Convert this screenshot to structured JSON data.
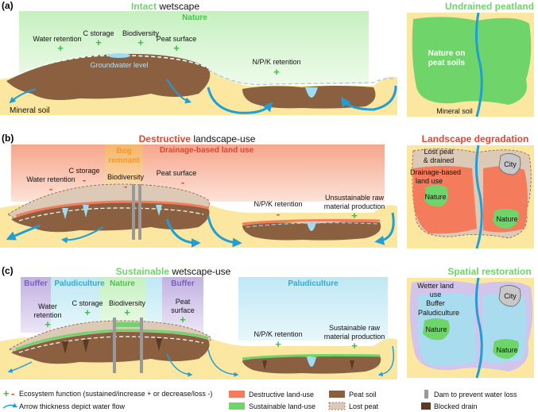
{
  "colors": {
    "nature": "#6fd46a",
    "destructive": "#f47b5b",
    "peat_soil": "#8a6040",
    "lost_peat": "#dccab6",
    "mineral_soil": "#fbe7a0",
    "water": "#1f9fd6",
    "buffer": "#b9a7d9",
    "paludiculture": "#a9dcee",
    "plus": "#3dbf4e",
    "minus": "#e8412c",
    "blocked_drain": "#5b3a22",
    "dam": "#999999"
  },
  "panel_a": {
    "letter": "(a)",
    "title_bold": "Intact",
    "title_rest": " wetscape",
    "band_label": "Nature",
    "labels": {
      "water_retention": "Water retention",
      "c_storage": "C storage",
      "biodiversity": "Biodiversity",
      "peat_surface": "Peat surface",
      "groundwater": "Groundwater level",
      "npk": "N/P/K retention",
      "mineral_soil": "Mineral soil"
    },
    "signs": {
      "plus": "+"
    },
    "map": {
      "title": "Undrained peatland",
      "nature_line1": "Nature on",
      "nature_line2": "peat soils",
      "mineral": "Mineral soil"
    }
  },
  "panel_b": {
    "letter": "(b)",
    "title_bold": "Destructive",
    "title_rest": " landscape-use",
    "band_label": "Drainage-based land use",
    "bog_line1": "Bog",
    "bog_line2": "remnant",
    "labels": {
      "water_retention": "Water retention",
      "c_storage": "C storage",
      "biodiversity": "Biodiversity",
      "peat_surface": "Peat surface",
      "npk": "N/P/K retention",
      "raw_line1": "Unsustainable raw",
      "raw_line2": "material production"
    },
    "signs": {
      "plus": "+",
      "minus": "-"
    },
    "map": {
      "title": "Landscape degradation",
      "lost_line1": "Lost peat",
      "lost_line2": "& drained",
      "drain_line1": "Drainage-based",
      "drain_line2": "land use",
      "city": "City",
      "nature1": "Nature",
      "nature2": "Nature"
    }
  },
  "panel_c": {
    "letter": "(c)",
    "title_bold": "Sustainable",
    "title_rest": " wetscape-use",
    "buffer1": "Buffer",
    "palu1": "Paludiculture",
    "nature": "Nature",
    "buffer2": "Buffer",
    "palu2": "Paludiculture",
    "labels": {
      "water_line1": "Water",
      "water_line2": "retention",
      "c_storage": "C storage",
      "biodiversity": "Biodiversity",
      "peat_line1": "Peat",
      "peat_line2": "surface",
      "npk": "N/P/K retention",
      "raw_line1": "Sustainable raw",
      "raw_line2": "material production"
    },
    "signs": {
      "plus": "+"
    },
    "map": {
      "title": "Spatial restoration",
      "wetter_line1": "Wetter land",
      "wetter_line2": "use",
      "wetter_line3": "Buffer",
      "palu": "Paludiculture",
      "city": "City",
      "nature1": "Nature",
      "nature2": "Nature"
    }
  },
  "legend": {
    "plus": "+",
    "minus": "-",
    "ecosystem": "Ecosystem function (sustained/increase + or decrease/loss -)",
    "arrow": "Arrow thickness depict water flow",
    "destructive": "Destructive land-use",
    "sustainable": "Sustainable land-use",
    "peat": "Peat soil",
    "lost": "Lost peat",
    "dam": "Dam to prevent water loss",
    "blocked": "Blocked drain"
  }
}
